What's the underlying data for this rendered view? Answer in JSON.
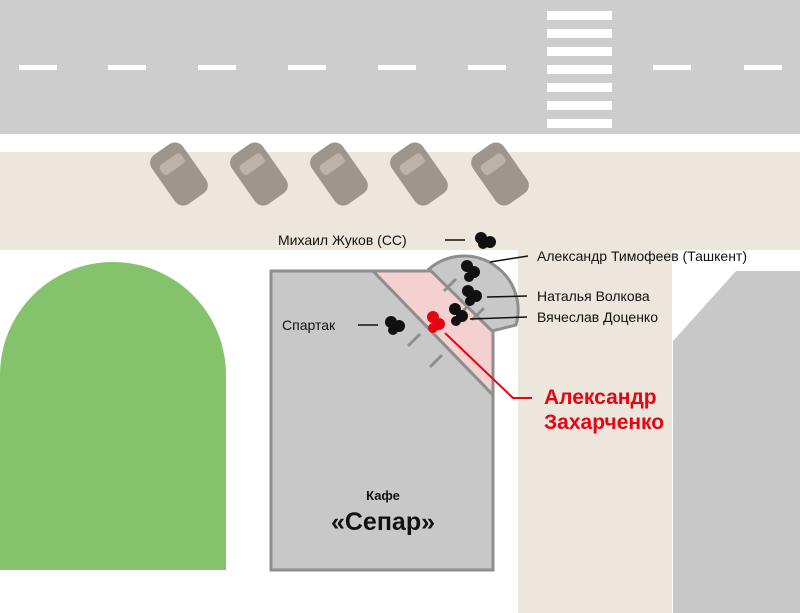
{
  "labels": {
    "zhukov": "Михаил Жуков (СС)",
    "timofeev": "Александр Тимофеев (Ташкент)",
    "volkova": "Наталья Волкова",
    "dotsenko": "Вячеслав Доценко",
    "spartak": "Спартак",
    "zakharchenko_line1": "Александр",
    "zakharchenko_line2": "Захарченко"
  },
  "cafe": {
    "caption": "Кафе",
    "name": "«Сепар»"
  },
  "colors": {
    "road": "#cdcdcd",
    "sidewalk": "#ede6dc",
    "building": "#c8c8c8",
    "building_stroke": "#8e8e8e",
    "park": "#84c26c",
    "car": "#9d968c",
    "highlight": "#f4d0d0",
    "accent": "#e30613",
    "person": "#111111"
  }
}
